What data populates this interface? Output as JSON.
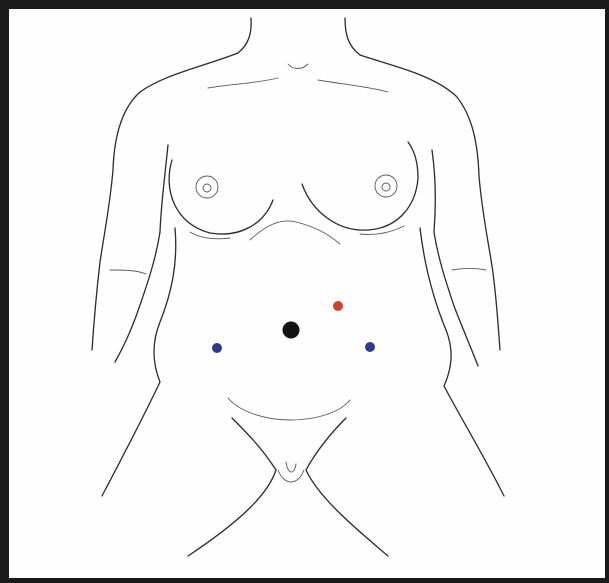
{
  "figure": {
    "background": "#fefefe",
    "frame_color": "#1a1a1a",
    "line_color": "#2b2b2b"
  },
  "markers": [
    {
      "name": "camera-port-marker",
      "color": "#111111"
    },
    {
      "name": "left-upper-port-marker",
      "color": "#d2412e"
    },
    {
      "name": "right-lower-port-marker",
      "color": "#2f3b8a"
    },
    {
      "name": "left-lower-port-marker",
      "color": "#2f3b8a"
    }
  ]
}
